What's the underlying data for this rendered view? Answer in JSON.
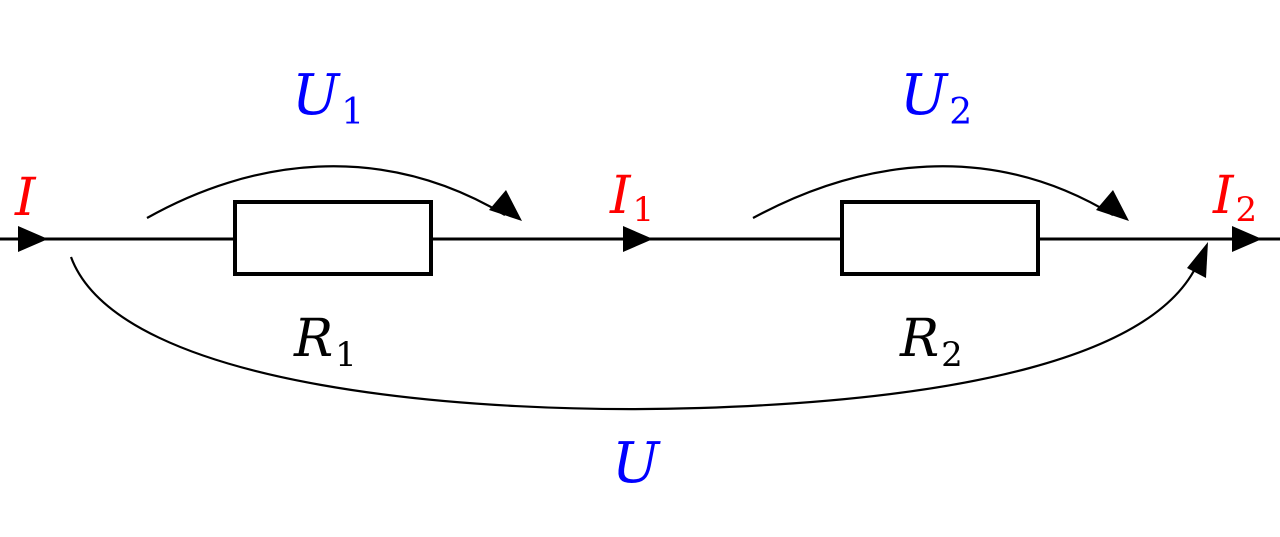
{
  "colors": {
    "current": "#ff0000",
    "voltage": "#0000ff",
    "resistor": "#000000",
    "line": "#000000",
    "background": "#ffffff"
  },
  "currents": {
    "total": {
      "symbol": "I",
      "subscript": ""
    },
    "i1": {
      "symbol": "I",
      "subscript": "1"
    },
    "i2": {
      "symbol": "I",
      "subscript": "2"
    }
  },
  "voltages": {
    "u1": {
      "symbol": "U",
      "subscript": "1"
    },
    "u2": {
      "symbol": "U",
      "subscript": "2"
    },
    "total": {
      "symbol": "U",
      "subscript": ""
    }
  },
  "resistors": {
    "r1": {
      "symbol": "R",
      "subscript": "1"
    },
    "r2": {
      "symbol": "R",
      "subscript": "2"
    }
  }
}
